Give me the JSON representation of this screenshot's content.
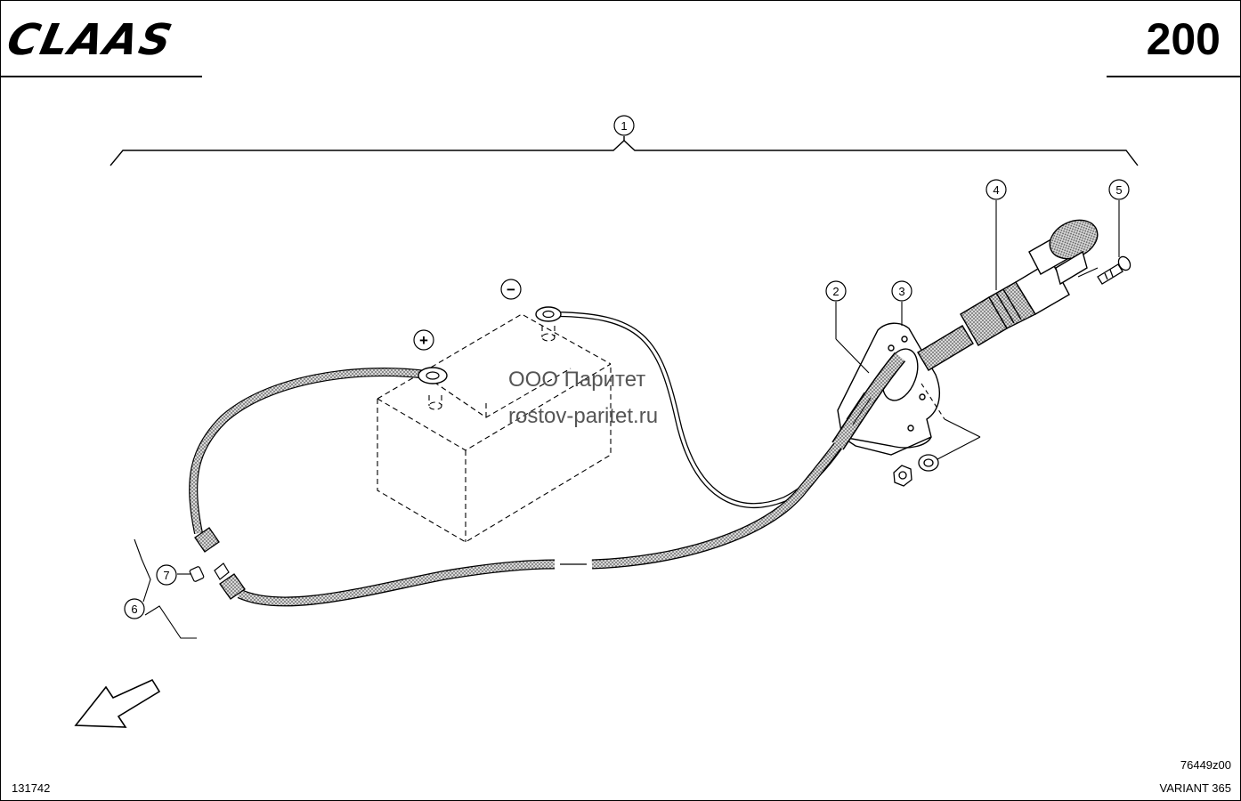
{
  "header": {
    "logo_text": "CLAAS",
    "page_number": "200"
  },
  "watermark": {
    "line1": "ООО Паритет",
    "line2": "rostov-paritet.ru"
  },
  "callouts": {
    "c1": "1",
    "c2": "2",
    "c3": "3",
    "c4": "4",
    "c5": "5",
    "c6": "6",
    "c7": "7",
    "plus": "+",
    "minus": "−"
  },
  "footer": {
    "left_number": "131742",
    "drawing_code": "76449z00",
    "model": "VARIANT 365"
  },
  "colors": {
    "line": "#000000",
    "cable_fill": "#b8b8b8",
    "watermark": "#555555"
  }
}
